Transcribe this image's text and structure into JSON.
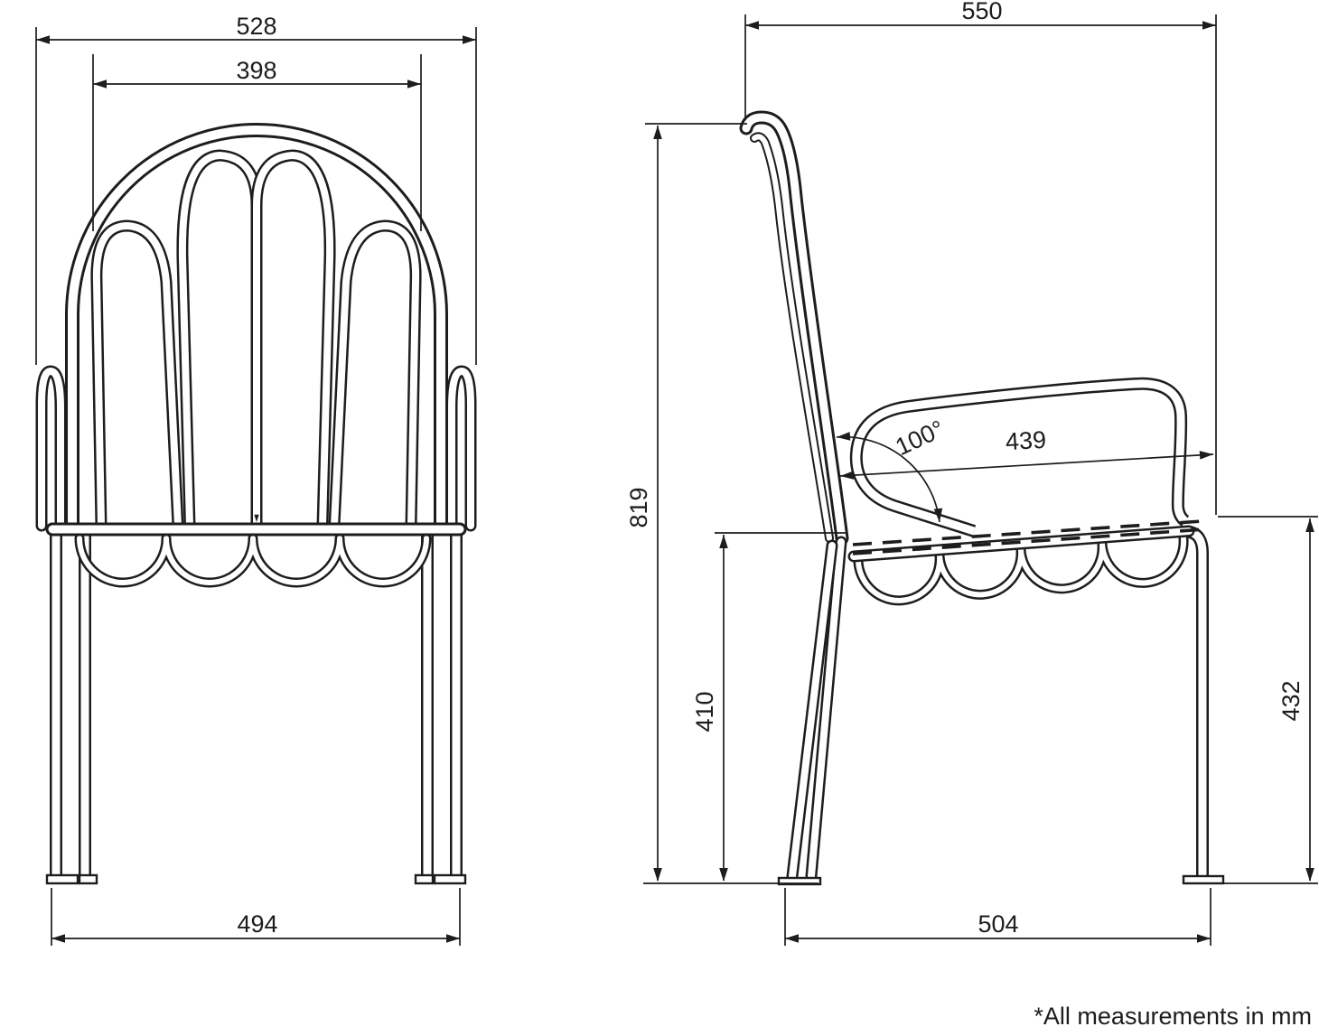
{
  "drawing_title": "chair-dimension-drawing",
  "front_view": {
    "overall_width": "528",
    "backrest_width": "398",
    "foot_span": "494"
  },
  "side_view": {
    "overall_depth": "550",
    "overall_height": "819",
    "seat_height": "410",
    "front_leg_height": "432",
    "seat_depth": "439",
    "foot_span": "504",
    "backrest_angle": "100°"
  },
  "note": "*All measurements in mm",
  "colors": {
    "line": "#1d1d1d",
    "background": "#ffffff"
  }
}
